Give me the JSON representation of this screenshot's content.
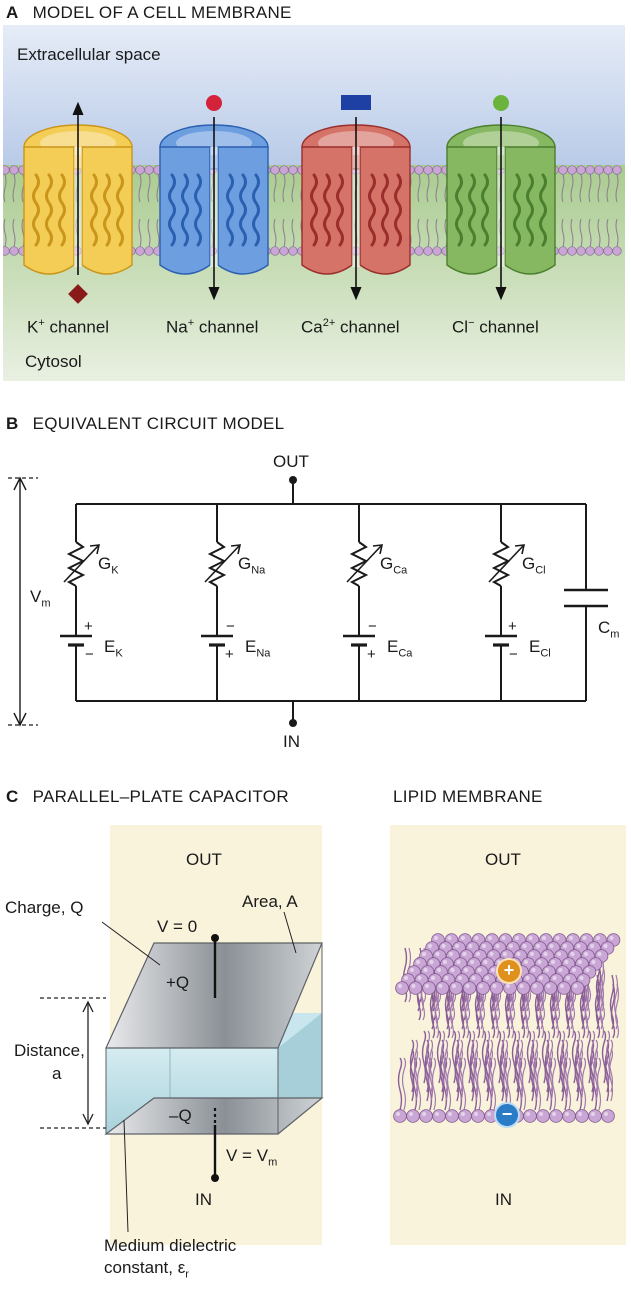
{
  "panel_a": {
    "letter": "A",
    "title": "MODEL OF A CELL MEMBRANE",
    "extracellular": "Extracellular space",
    "cytosol": "Cytosol",
    "channels": [
      {
        "ion": "K",
        "charge": "+",
        "suffix": " channel",
        "color": "#f3cd55",
        "dark": "#c9951a"
      },
      {
        "ion": "Na",
        "charge": "+",
        "suffix": " channel",
        "color": "#6d9fe0",
        "dark": "#2b5fb0"
      },
      {
        "ion": "Ca",
        "charge": "2+",
        "suffix": " channel",
        "color": "#d57369",
        "dark": "#9a2e2a"
      },
      {
        "ion": "Cl",
        "charge": "−",
        "suffix": " channel",
        "color": "#86b761",
        "dark": "#4a7f2e"
      }
    ],
    "colors": {
      "sky": "#c9d7ee",
      "ground": "#a8c98e",
      "lipid": "#c9a6d6",
      "ion_k": "#8a1a1a",
      "ion_na": "#d2233b",
      "ion_ca": "#1e3fa3",
      "ion_cl": "#6ab43c"
    }
  },
  "panel_b": {
    "letter": "B",
    "title": "EQUIVALENT CIRCUIT MODEL",
    "out": "OUT",
    "in": "IN",
    "vm": {
      "base": "V",
      "sub": "m"
    },
    "branches": [
      {
        "g": "G",
        "g_sub": "K",
        "e": "E",
        "e_sub": "K",
        "top_sign": "+",
        "bottom_sign": "−"
      },
      {
        "g": "G",
        "g_sub": "Na",
        "e": "E",
        "e_sub": "Na",
        "top_sign": "−",
        "bottom_sign": "+"
      },
      {
        "g": "G",
        "g_sub": "Ca",
        "e": "E",
        "e_sub": "Ca",
        "top_sign": "−",
        "bottom_sign": "+"
      },
      {
        "g": "G",
        "g_sub": "Cl",
        "e": "E",
        "e_sub": "Cl",
        "top_sign": "+",
        "bottom_sign": "−"
      }
    ],
    "cm": {
      "base": "C",
      "sub": "m"
    }
  },
  "panel_c": {
    "letter": "C",
    "title_left": "PARALLEL–PLATE CAPACITOR",
    "title_right": "LIPID MEMBRANE",
    "left": {
      "out": "OUT",
      "in": "IN",
      "charge": "Charge, Q",
      "v0": "V = 0",
      "area": "Area, A",
      "plus_q": "+Q",
      "minus_q": "–Q",
      "distance_1": "Distance,",
      "distance_2": "a",
      "vm_base": "V = V",
      "vm_sub": "m",
      "medium_1": "Medium dielectric",
      "medium_2": "constant, ε",
      "medium_sub": "r"
    },
    "right": {
      "out": "OUT",
      "in": "IN",
      "plus": "+",
      "minus": "−"
    },
    "colors": {
      "cream": "#faf3dc",
      "plate": "#9ea3a8",
      "dielectric": "#bfe2ea",
      "plus_ion": "#e0901c",
      "minus_ion": "#2a7cc7"
    }
  }
}
